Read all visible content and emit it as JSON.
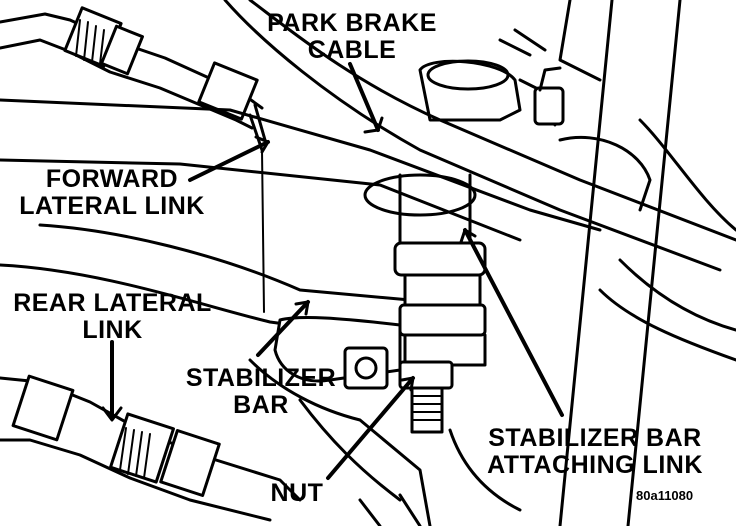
{
  "labels": {
    "park_brake_cable": {
      "line1": "PARK BRAKE",
      "line2": "CABLE"
    },
    "forward_lateral_link": {
      "line1": "FORWARD",
      "line2": "LATERAL LINK"
    },
    "rear_lateral_link": {
      "line1": "REAR LATERAL",
      "line2": "LINK"
    },
    "stabilizer_bar": {
      "line1": "STABILIZER",
      "line2": "BAR"
    },
    "stabilizer_bar_attaching_link": {
      "line1": "STABILIZER BAR",
      "line2": "ATTACHING LINK"
    },
    "nut": {
      "line1": "NUT"
    }
  },
  "figure_code": "80a11080",
  "colors": {
    "ink": "#000000",
    "paper": "#ffffff"
  }
}
